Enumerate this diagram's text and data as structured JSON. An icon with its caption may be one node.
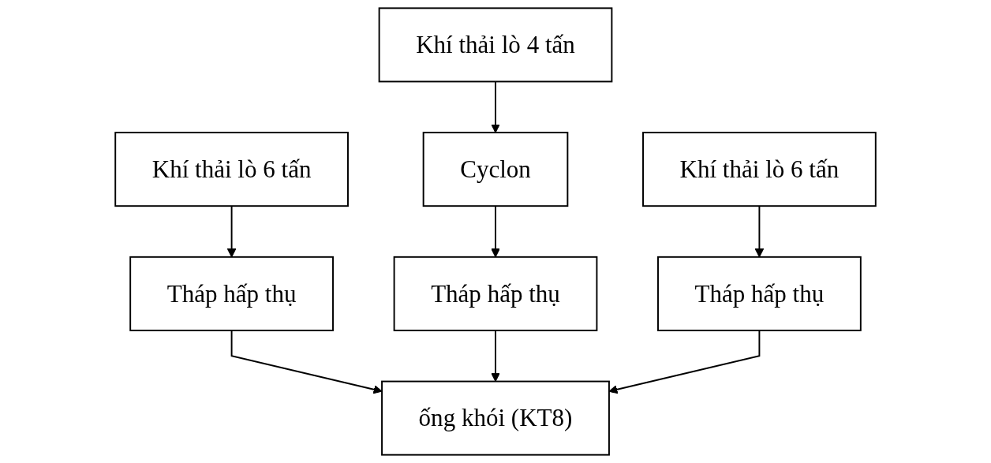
{
  "diagram": {
    "nodes": [
      {
        "text": [
          "Khí thải lò 4 tấn"
        ]
      },
      {
        "text": [
          "Khí thải lò 6 tấn"
        ]
      },
      {
        "text": [
          "Cyclon"
        ]
      },
      {
        "text": [
          "Khí thải lò 6 tấn"
        ]
      },
      {
        "text": [
          "Tháp hấp thụ"
        ]
      },
      {
        "text": [
          "Tháp hấp thụ"
        ]
      },
      {
        "text": [
          "Tháp hấp thụ"
        ]
      },
      {
        "text": [
          "ống khói (KT8)"
        ]
      }
    ],
    "edges": [
      {
        "from": 0,
        "to": 2,
        "arrow": "to"
      },
      {
        "from": 1,
        "to": 4,
        "arrow": "to"
      },
      {
        "from": 2,
        "to": 5,
        "arrow": "to"
      },
      {
        "from": 3,
        "to": 6,
        "arrow": "to"
      },
      {
        "from": 4,
        "to": 7,
        "arrow": "to"
      },
      {
        "from": 5,
        "to": 7,
        "arrow": "to"
      },
      {
        "from": 6,
        "to": 7,
        "arrow": "to"
      }
    ]
  }
}
